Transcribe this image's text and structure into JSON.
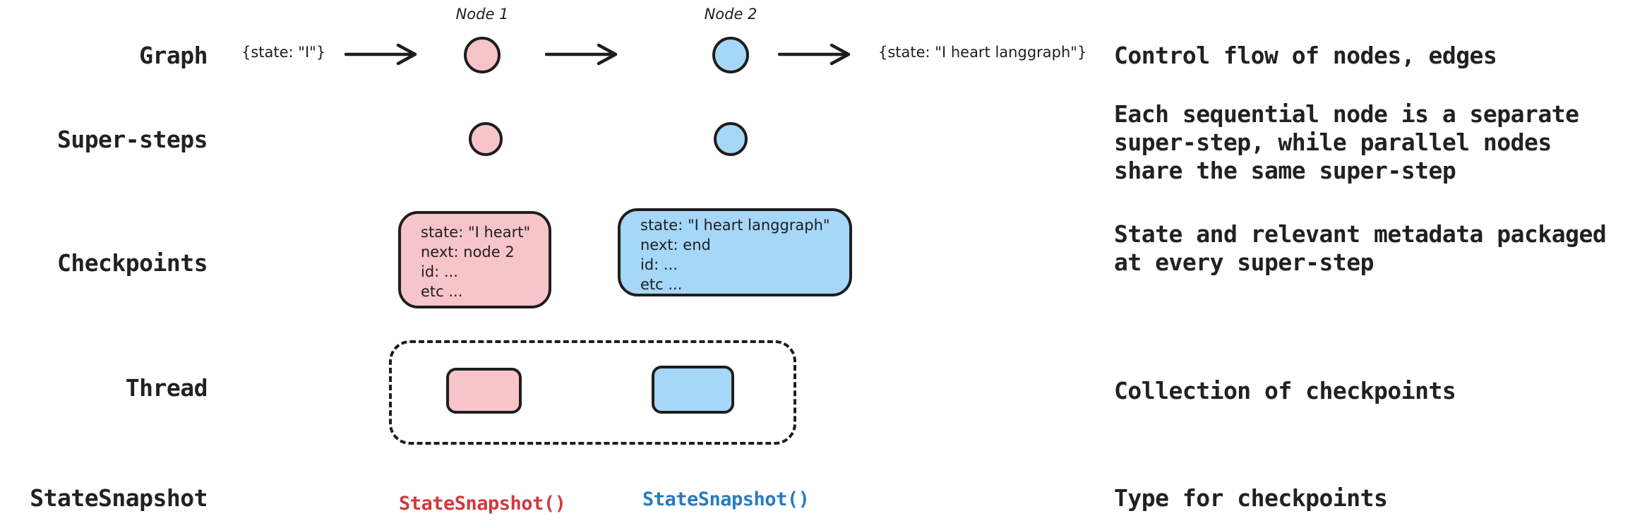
{
  "diagram": {
    "rows": [
      {
        "label": "Graph",
        "desc_lines": [
          "Control flow of nodes, edges"
        ]
      },
      {
        "label": "Super-steps",
        "desc_lines": [
          "Each sequential node is a separate",
          "super-step, while parallel nodes",
          "share the same super-step"
        ]
      },
      {
        "label": "Checkpoints",
        "desc_lines": [
          "State and relevant metadata packaged",
          "at every super-step"
        ]
      },
      {
        "label": "Thread",
        "desc_lines": [
          "Collection of checkpoints"
        ]
      },
      {
        "label": "StateSnapshot",
        "desc_lines": [
          "Type for checkpoints"
        ]
      }
    ],
    "graph_flow": {
      "input_state": "{state: \"I\"}",
      "node1_label": "Node 1",
      "node2_label": "Node 2",
      "output_state": "{state: \"I heart langgraph\"}"
    },
    "checkpoint_node1_lines": [
      "state: \"I heart\"",
      "next: node 2",
      "id: ...",
      "etc ..."
    ],
    "checkpoint_node2_lines": [
      "state: \"I heart langgraph\"",
      "next: end",
      "id: ...",
      "etc ..."
    ],
    "snapshot_node1_code": "StateSnapshot()",
    "snapshot_node2_code": "StateSnapshot()"
  },
  "colors": {
    "node1_pink": "#f7c5c9",
    "node2_blue": "#a6d7f8",
    "stroke_black": "#1e1e1e",
    "code_red": "#cf3a3e",
    "code_blue": "#2a7abf",
    "text_dark": "#212121",
    "background": "#ffffff"
  }
}
